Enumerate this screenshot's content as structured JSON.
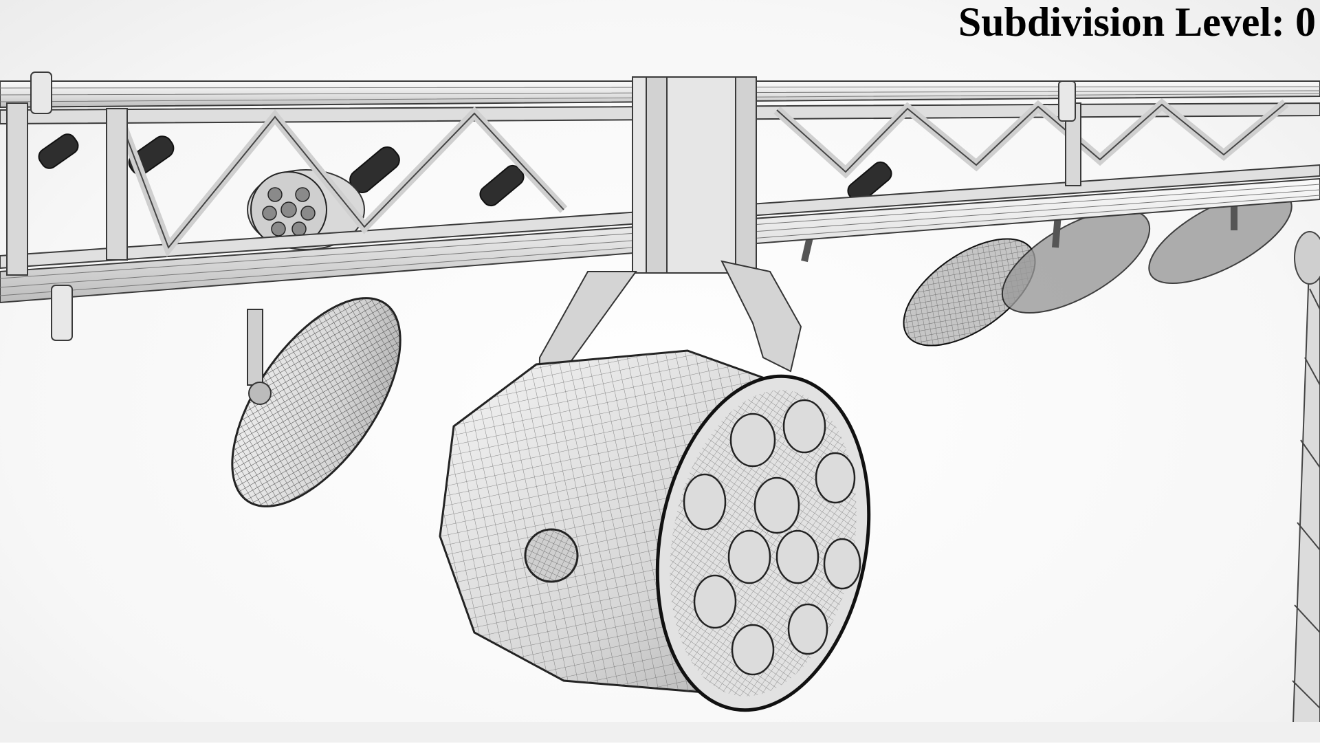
{
  "overlay": {
    "subdivision_label": "Subdivision Level: ",
    "subdivision_value": "0"
  },
  "colors": {
    "background": "#ffffff",
    "mesh_fill": "#e3e3e3",
    "mesh_shade": "#b9b9b9",
    "wire": "#3a3a3a",
    "text": "#000000"
  },
  "scene": {
    "subject": "stage-truss-with-par-lights",
    "render_style": "wireframe-on-shaded"
  }
}
